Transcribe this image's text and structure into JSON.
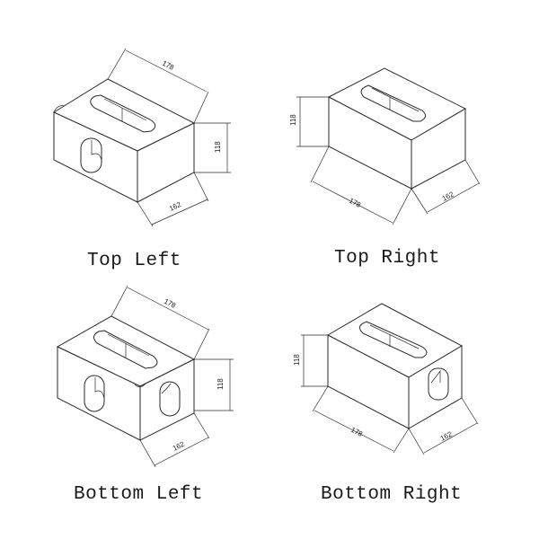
{
  "diagram": {
    "subject": "container corner castings, isometric views",
    "line_color": "#2a2a2a",
    "background": "#ffffff",
    "panels": [
      {
        "id": "top-left",
        "caption": "Top Left",
        "dims": {
          "length": "178",
          "height": "118",
          "width": "162"
        }
      },
      {
        "id": "top-right",
        "caption": "Top Right",
        "dims": {
          "length": "178",
          "height": "118",
          "width": "162"
        }
      },
      {
        "id": "bottom-left",
        "caption": "Bottom Left",
        "dims": {
          "length": "178",
          "height": "118",
          "width": "162"
        }
      },
      {
        "id": "bottom-right",
        "caption": "Bottom Right",
        "dims": {
          "length": "178",
          "height": "118",
          "width": "162"
        }
      }
    ]
  }
}
